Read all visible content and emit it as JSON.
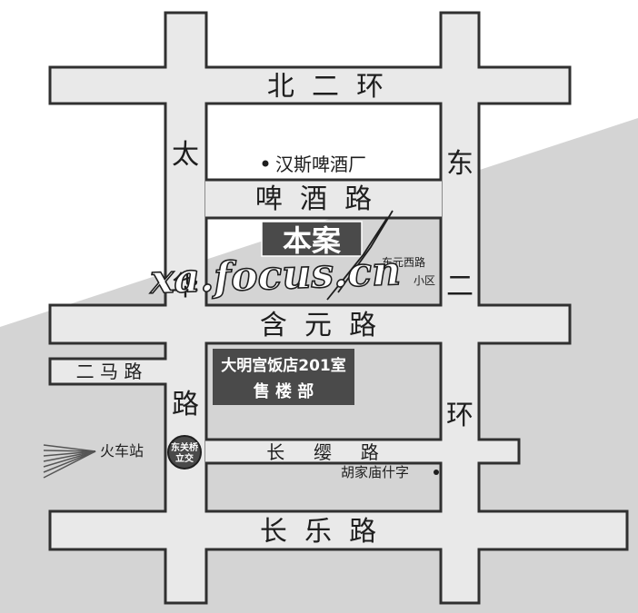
{
  "colors": {
    "background": "#ffffff",
    "shade": "#d4d4d4",
    "road_fill": "#e9e9e9",
    "road_outline": "#303030",
    "label_box": "#4a4a4a",
    "text": "#1e1e1e"
  },
  "roads": {
    "north_second_ring": "北  二  环",
    "pijiu_road": "啤  酒  路",
    "hanyuan_road": "含  元  路",
    "changying_road": "长     缨     路",
    "changle_road": "长  乐  路",
    "erma_road": "二 马 路",
    "taihua_chars": [
      "太",
      "华",
      "路"
    ],
    "east_second_ring_chars": [
      "东",
      "二",
      "环"
    ]
  },
  "landmarks": {
    "hans_brewery": "汉斯啤酒厂",
    "project": "本案",
    "dongyuan_road": "东元西路",
    "xiaoqu": "小区",
    "sales_office_line1": "大明宫饭店201室",
    "sales_office_line2": "售 楼 部",
    "train_station": "火车站",
    "interchange_line1": "东关桥",
    "interchange_line2": "立交",
    "hujiamiao": "胡家庙什字"
  },
  "watermark": "xa.focus.cn"
}
